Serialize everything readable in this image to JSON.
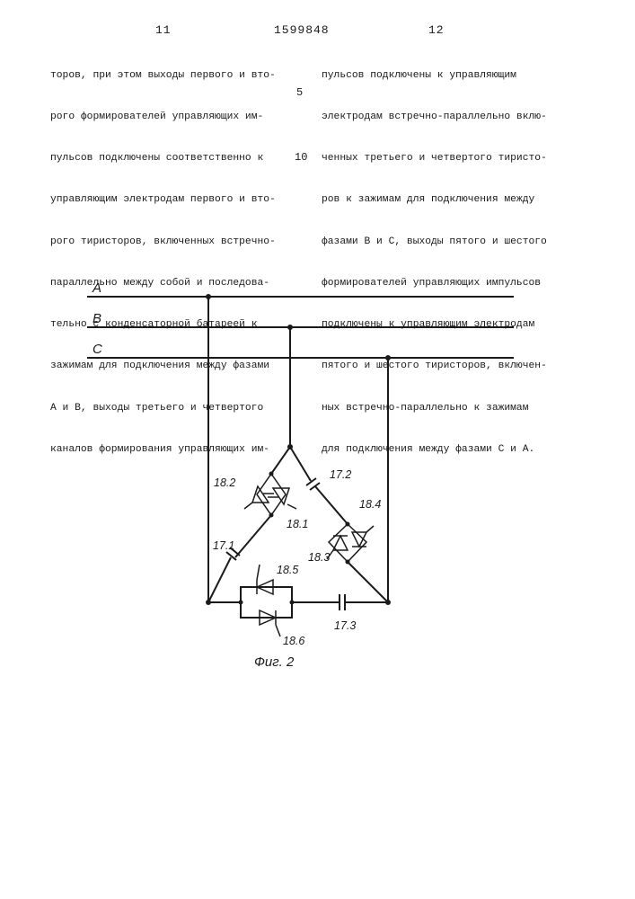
{
  "header": {
    "page_left": "11",
    "patent_number": "1599848",
    "page_right": "12"
  },
  "left_column": {
    "lines": [
      "торов, при этом выходы первого и вто-",
      "рого формирователей управляющих им-",
      "пульсов подключены соответственно к",
      "управляющим электродам первого и вто-",
      "рого тиристоров, включенных встречно-",
      "параллельно между собой и последова-",
      "тельно с конденсаторной батареей к",
      "зажимам для подключения между фазами",
      "А и В, выходы третьего и четвертого",
      "каналов формирования управляющих им-"
    ]
  },
  "right_column": {
    "lines": [
      "пульсов подключены к управляющим",
      "электродам встречно-параллельно вклю-",
      "ченных третьего и четвертого тиристо-",
      "ров к зажимам для подключения между",
      "фазами В и С, выходы пятого и шестого",
      "формирователей управляющих импульсов",
      "подключены к управляющим электродам",
      "пятого и шестого тиристоров, включен-",
      "ных встречно-параллельно к зажимам",
      "для подключения между фазами С и А."
    ]
  },
  "line_numbers": [
    "5",
    "10"
  ],
  "figure": {
    "phases": [
      "A",
      "B",
      "C"
    ],
    "capacitors": [
      "17.1",
      "17.2",
      "17.3"
    ],
    "thyristors": [
      "18.1",
      "18.2",
      "18.3",
      "18.4",
      "18.5",
      "18.6"
    ],
    "caption": "Фиг. 2"
  }
}
